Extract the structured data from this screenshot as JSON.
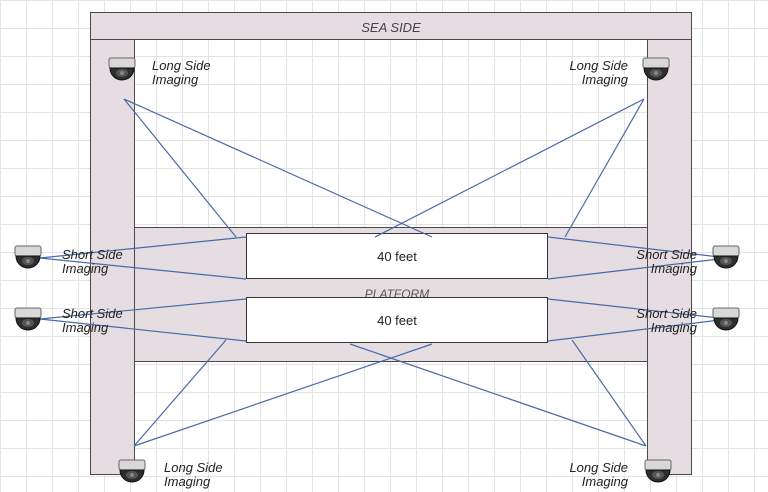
{
  "diagram": {
    "sea_side_label": "SEA SIDE",
    "platform_label": "PLATFORM",
    "containers": [
      {
        "label": "40 feet"
      },
      {
        "label": "40 feet"
      }
    ],
    "cameras": {
      "top_left": {
        "line1": "Long Side",
        "line2": "Imaging"
      },
      "top_right": {
        "line1": "Long Side",
        "line2": "Imaging"
      },
      "mid_left_upper": {
        "line1": "Short Side",
        "line2": "Imaging"
      },
      "mid_right_upper": {
        "line1": "Short Side",
        "line2": "Imaging"
      },
      "mid_left_lower": {
        "line1": "Short Side",
        "line2": "Imaging"
      },
      "mid_right_lower": {
        "line1": "Short Side",
        "line2": "Imaging"
      },
      "bottom_left": {
        "line1": "Long Side",
        "line2": "Imaging"
      },
      "bottom_right": {
        "line1": "Long Side",
        "line2": "Imaging"
      }
    },
    "colors": {
      "frame_fill": "#e6dde3",
      "sight_line": "#4a6aa8",
      "container_fill": "#ffffff"
    },
    "icons": {
      "camera": "dome-camera-icon"
    }
  }
}
